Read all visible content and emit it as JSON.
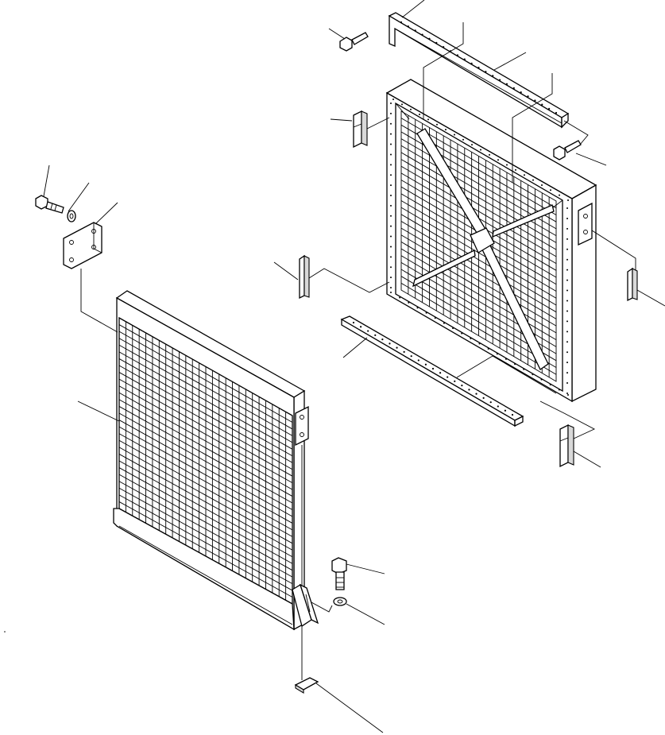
{
  "diagram": {
    "kind": "exploded-parts-view",
    "colors": {
      "line": "#000000",
      "background": "#ffffff",
      "shade": "#d9d9d9"
    },
    "parts": [
      {
        "id": "upper-mounting-rail",
        "icon": "rail-icon"
      },
      {
        "id": "bolt-top",
        "icon": "bolt-icon"
      },
      {
        "id": "bolt-right",
        "icon": "bolt-icon"
      },
      {
        "id": "rear-screen-frame",
        "icon": "screen-frame-icon"
      },
      {
        "id": "left-clip-upper",
        "icon": "clip-icon"
      },
      {
        "id": "left-clip-lower",
        "icon": "clip-icon"
      },
      {
        "id": "right-clip",
        "icon": "clip-icon"
      },
      {
        "id": "lower-mounting-rail",
        "icon": "rail-icon"
      },
      {
        "id": "lower-bracket-right",
        "icon": "bracket-icon"
      },
      {
        "id": "bolt-left",
        "icon": "bolt-icon"
      },
      {
        "id": "washer-left",
        "icon": "washer-icon"
      },
      {
        "id": "mounting-plate",
        "icon": "plate-icon"
      },
      {
        "id": "front-mesh-screen",
        "icon": "mesh-screen-icon"
      },
      {
        "id": "bolt-lower",
        "icon": "bolt-icon"
      },
      {
        "id": "washer-lower",
        "icon": "washer-icon"
      },
      {
        "id": "foot-bracket",
        "icon": "bracket-icon"
      }
    ]
  }
}
